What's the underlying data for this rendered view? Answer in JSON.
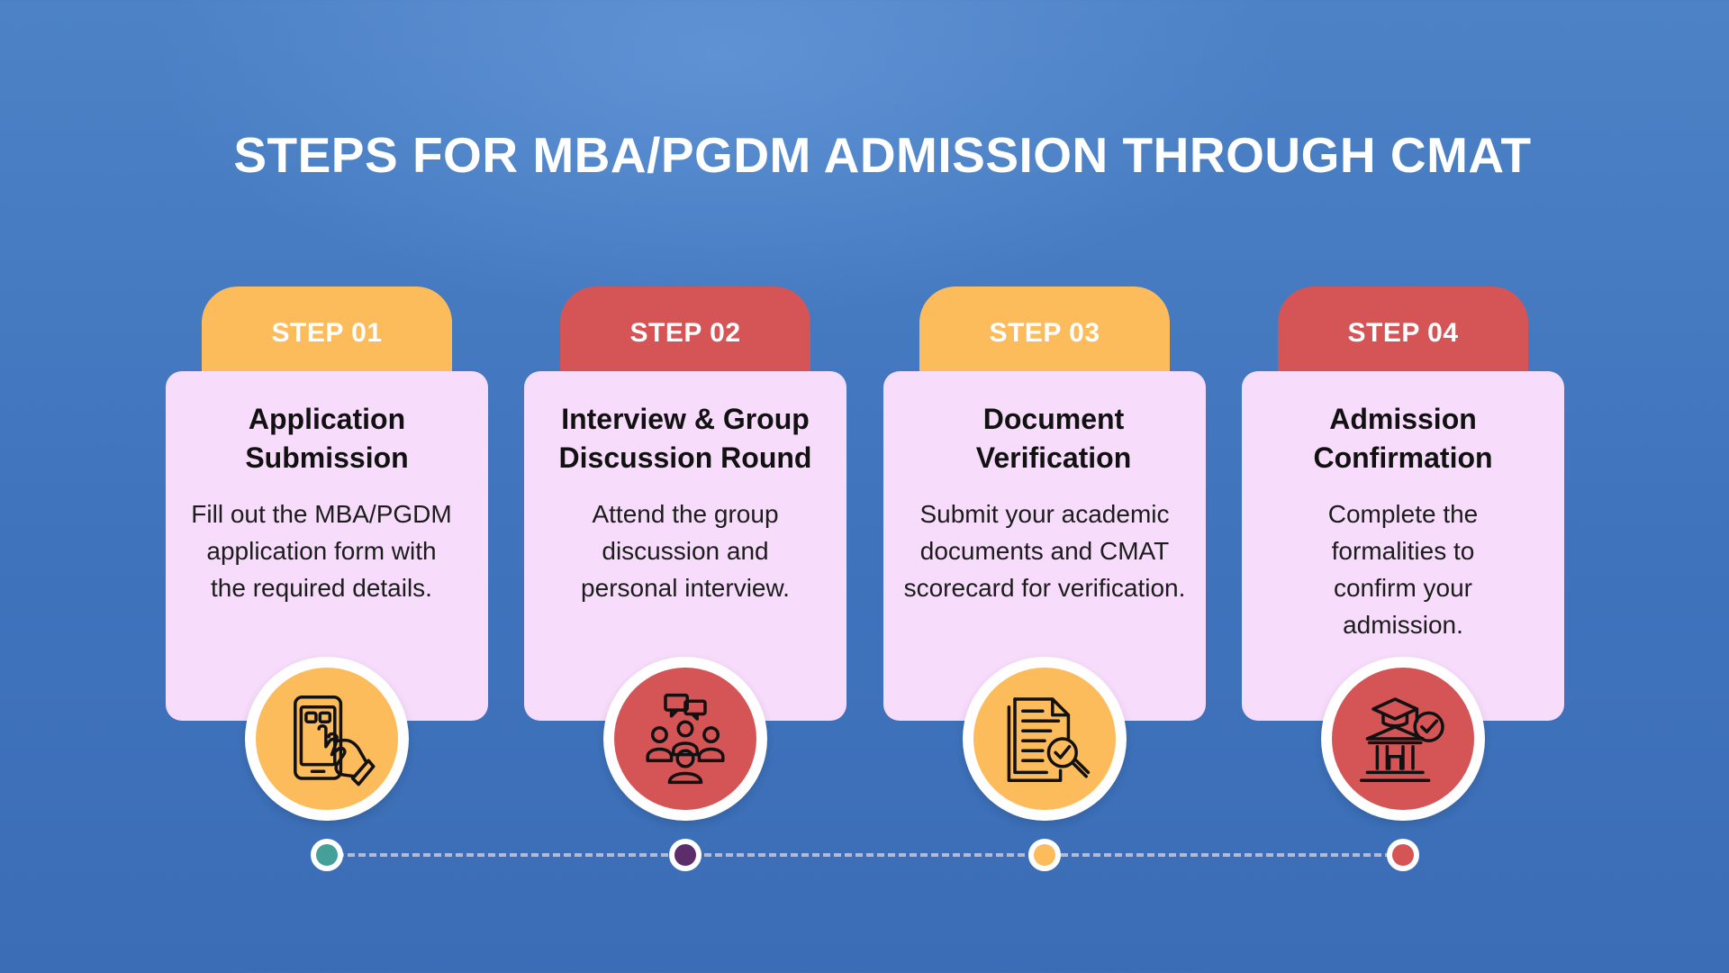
{
  "title": "STEPS FOR MBA/PGDM ADMISSION THROUGH CMAT",
  "colors": {
    "yellow": "#fdbc5b",
    "red": "#d55456",
    "card": "#f7dcfb",
    "background": "#4279c0"
  },
  "steps": [
    {
      "label": "STEP 01",
      "title": "Application Submission",
      "description": "Fill out the MBA/PGDM application form with the required details.",
      "icon": "smartphone-touch-icon",
      "color": "yellow",
      "dot_color": "#45a09a"
    },
    {
      "label": "STEP 02",
      "title": "Interview & Group Discussion Round",
      "description": "Attend the group discussion and personal interview.",
      "icon": "group-discussion-icon",
      "color": "red",
      "dot_color": "#5c2d6b"
    },
    {
      "label": "STEP 03",
      "title": "Document Verification",
      "description": "Submit your academic documents and CMAT scorecard for verification.",
      "icon": "document-search-icon",
      "color": "yellow",
      "dot_color": "#fdbc5b"
    },
    {
      "label": "STEP 04",
      "title": "Admission Confirmation",
      "description": "Complete the formalities to confirm your admission.",
      "icon": "graduation-institution-icon",
      "color": "red",
      "dot_color": "#d55456"
    }
  ]
}
